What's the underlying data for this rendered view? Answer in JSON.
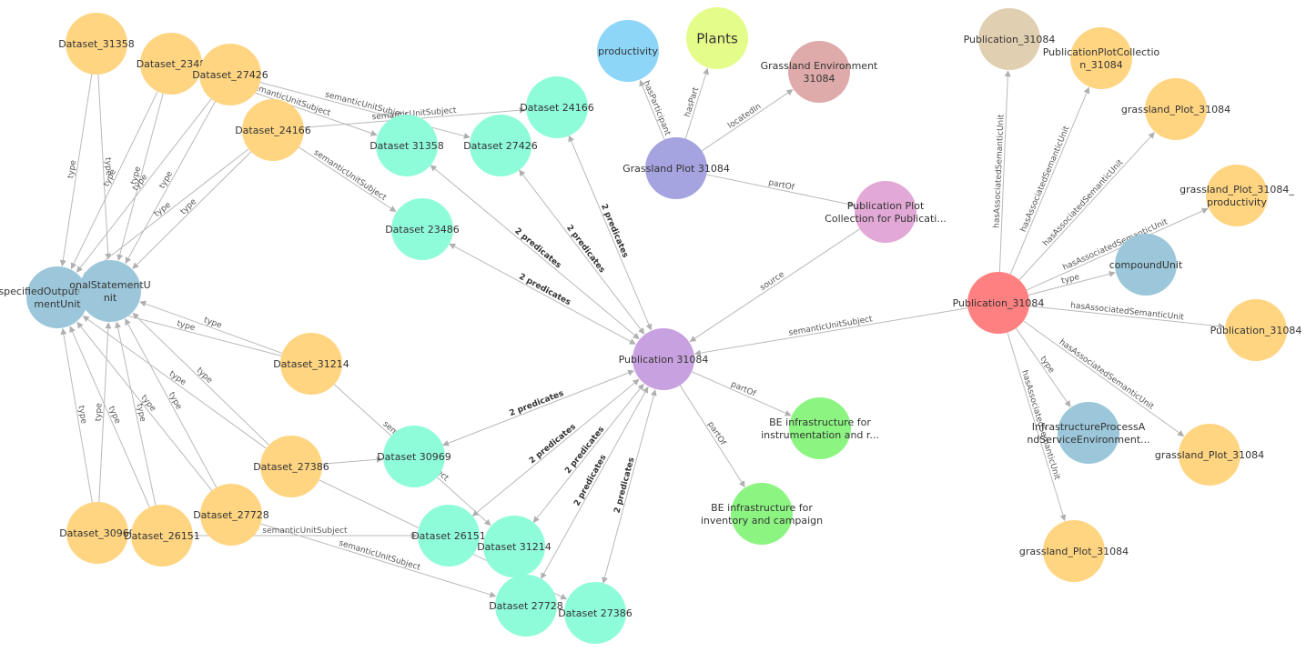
{
  "colors": {
    "dataset_orange": "#ffd582",
    "dataset_teal": "#8ffcd9",
    "class_blue": "#9cc7da",
    "publication_red": "#ff8080",
    "publication_purple": "#c8a2e0",
    "grassland_plot": "#a5a3e0",
    "env_rose": "#deaaaa",
    "collection_pink": "#e2a8d6",
    "light_blue": "#8dd6f8",
    "lime": "#e4fd8a",
    "green": "#8cf582",
    "beige": "#e0cfb0",
    "edge": "#b9b9b9"
  },
  "nodes": [
    {
      "id": "ds31358o",
      "label": [
        "Dataset_31358"
      ],
      "color": "dataset_orange"
    },
    {
      "id": "ds2348o",
      "label": [
        "Dataset_2348"
      ],
      "color": "dataset_orange"
    },
    {
      "id": "ds27426o",
      "label": [
        "Dataset_27426"
      ],
      "color": "dataset_orange"
    },
    {
      "id": "ds24166o",
      "label": [
        "Dataset_24166"
      ],
      "color": "dataset_orange"
    },
    {
      "id": "sosu",
      "label": [
        "specifiedOutputOfState",
        "mentUnit"
      ],
      "color": "class_blue"
    },
    {
      "id": "nsu",
      "label": [
        "onalStatementU",
        "nit"
      ],
      "color": "class_blue"
    },
    {
      "id": "ds31214o",
      "label": [
        "Dataset_31214"
      ],
      "color": "dataset_orange"
    },
    {
      "id": "ds27386o",
      "label": [
        "Dataset_27386"
      ],
      "color": "dataset_orange"
    },
    {
      "id": "ds27728o",
      "label": [
        "Dataset_27728"
      ],
      "color": "dataset_orange"
    },
    {
      "id": "ds30969o",
      "label": [
        "Dataset_30969"
      ],
      "color": "dataset_orange"
    },
    {
      "id": "ds26151o",
      "label": [
        "Dataset_26151"
      ],
      "color": "dataset_orange"
    },
    {
      "id": "ds31358t",
      "label": [
        "Dataset 31358"
      ],
      "color": "dataset_teal"
    },
    {
      "id": "ds27426t",
      "label": [
        "Dataset 27426"
      ],
      "color": "dataset_teal"
    },
    {
      "id": "ds24166t",
      "label": [
        "Dataset 24166"
      ],
      "color": "dataset_teal"
    },
    {
      "id": "ds23486t",
      "label": [
        "Dataset 23486"
      ],
      "color": "dataset_teal"
    },
    {
      "id": "ds30969t",
      "label": [
        "Dataset 30969"
      ],
      "color": "dataset_teal"
    },
    {
      "id": "ds26151t",
      "label": [
        "Dataset 26151"
      ],
      "color": "dataset_teal"
    },
    {
      "id": "ds31214t",
      "label": [
        "Dataset 31214"
      ],
      "color": "dataset_teal"
    },
    {
      "id": "ds27728t",
      "label": [
        "Dataset 27728"
      ],
      "color": "dataset_teal"
    },
    {
      "id": "ds27386t",
      "label": [
        "Dataset 27386"
      ],
      "color": "dataset_teal"
    },
    {
      "id": "pub",
      "label": [
        "Publication 31084"
      ],
      "color": "publication_purple"
    },
    {
      "id": "productivity",
      "label": [
        "productivity"
      ],
      "color": "light_blue"
    },
    {
      "id": "plants",
      "label": [
        "Plants"
      ],
      "color": "lime",
      "big": true
    },
    {
      "id": "genv",
      "label": [
        "Grassland Environment",
        "31084"
      ],
      "color": "env_rose"
    },
    {
      "id": "gplot",
      "label": [
        "Grassland Plot 31084"
      ],
      "color": "grassland_plot"
    },
    {
      "id": "ppc",
      "label": [
        "Publication Plot",
        "Collection for Publicati..."
      ],
      "color": "collection_pink"
    },
    {
      "id": "beinst",
      "label": [
        "BE infrastructure for",
        "instrumentation and r..."
      ],
      "color": "green"
    },
    {
      "id": "beinv",
      "label": [
        "BE infrastructure for",
        "inventory and campaign"
      ],
      "color": "green"
    },
    {
      "id": "pubred",
      "label": [
        "Publication_31084"
      ],
      "color": "publication_red"
    },
    {
      "id": "pubbeige",
      "label": [
        "Publication_31084"
      ],
      "color": "beige"
    },
    {
      "id": "ppc_o",
      "label": [
        "PublicationPlotCollectio",
        "n_31084"
      ],
      "color": "dataset_orange"
    },
    {
      "id": "gp1",
      "label": [
        "grassland_Plot_31084"
      ],
      "color": "dataset_orange"
    },
    {
      "id": "gpprod",
      "label": [
        "grassland_Plot_31084_",
        "productivity"
      ],
      "color": "dataset_orange"
    },
    {
      "id": "compound",
      "label": [
        "compoundUnit"
      ],
      "color": "class_blue"
    },
    {
      "id": "pub_o",
      "label": [
        "Publication_31084"
      ],
      "color": "dataset_orange"
    },
    {
      "id": "gp2",
      "label": [
        "grassland_Plot_31084"
      ],
      "color": "dataset_orange"
    },
    {
      "id": "infra",
      "label": [
        "InfrastructureProcessA",
        "ndServiceEnvironment..."
      ],
      "color": "class_blue"
    },
    {
      "id": "gp3",
      "label": [
        "grassland_Plot_31084"
      ],
      "color": "dataset_orange"
    }
  ],
  "edges": [
    {
      "from": "ds31358o",
      "to": "sosu",
      "label": "type"
    },
    {
      "from": "ds31358o",
      "to": "nsu",
      "label": "type"
    },
    {
      "from": "ds2348o",
      "to": "sosu",
      "label": "type"
    },
    {
      "from": "ds2348o",
      "to": "nsu",
      "label": "type"
    },
    {
      "from": "ds27426o",
      "to": "sosu",
      "label": "type"
    },
    {
      "from": "ds27426o",
      "to": "nsu",
      "label": "type"
    },
    {
      "from": "ds24166o",
      "to": "sosu",
      "label": "type"
    },
    {
      "from": "ds24166o",
      "to": "nsu",
      "label": "type"
    },
    {
      "from": "ds27426o",
      "to": "ds27426t",
      "label": "semanticUnitSubject"
    },
    {
      "from": "ds2348o",
      "to": "ds31358t",
      "label": "semanticUnitSubject"
    },
    {
      "from": "ds24166o",
      "to": "ds24166t",
      "label": "semanticUnitSubject"
    },
    {
      "from": "ds24166o",
      "to": "ds23486t",
      "label": "semanticUnitSubject"
    },
    {
      "from": "ds31214o",
      "to": "sosu",
      "label": "type"
    },
    {
      "from": "ds31214o",
      "to": "nsu",
      "label": "type"
    },
    {
      "from": "ds31214o",
      "to": "ds31214t",
      "label": "semanticUnitSubject"
    },
    {
      "from": "ds27386o",
      "to": "sosu",
      "label": "type"
    },
    {
      "from": "ds27386o",
      "to": "nsu",
      "label": "type"
    },
    {
      "from": "ds27386o",
      "to": "ds30969t",
      "label": ""
    },
    {
      "from": "ds27386o",
      "to": "ds27386t",
      "label": ""
    },
    {
      "from": "ds27728o",
      "to": "sosu",
      "label": "type"
    },
    {
      "from": "ds27728o",
      "to": "nsu",
      "label": "type"
    },
    {
      "from": "ds27728o",
      "to": "ds27728t",
      "label": "semanticUnitSubject"
    },
    {
      "from": "ds30969o",
      "to": "sosu",
      "label": "type"
    },
    {
      "from": "ds30969o",
      "to": "nsu",
      "label": "type"
    },
    {
      "from": "ds26151o",
      "to": "sosu",
      "label": "type"
    },
    {
      "from": "ds26151o",
      "to": "nsu",
      "label": "type"
    },
    {
      "from": "ds26151o",
      "to": "ds26151t",
      "label": "semanticUnitSubject"
    },
    {
      "from": "ds31358t",
      "to": "pub",
      "label": "2 predicates",
      "bold": true
    },
    {
      "from": "ds27426t",
      "to": "pub",
      "label": "2 predicates",
      "bold": true
    },
    {
      "from": "ds24166t",
      "to": "pub",
      "label": "2 predicates",
      "bold": true
    },
    {
      "from": "ds23486t",
      "to": "pub",
      "label": "2 predicates",
      "bold": true
    },
    {
      "from": "ds30969t",
      "to": "pub",
      "label": "2 predicates",
      "bold": true
    },
    {
      "from": "ds26151t",
      "to": "pub",
      "label": "2 predicates",
      "bold": true
    },
    {
      "from": "ds31214t",
      "to": "pub",
      "label": "2 predicates",
      "bold": true
    },
    {
      "from": "ds27728t",
      "to": "pub",
      "label": "2 predicates",
      "bold": true
    },
    {
      "from": "ds27386t",
      "to": "pub",
      "label": "2 predicates",
      "bold": true
    },
    {
      "from": "gplot",
      "to": "productivity",
      "label": "hasParticipant"
    },
    {
      "from": "gplot",
      "to": "plants",
      "label": "hasPart"
    },
    {
      "from": "gplot",
      "to": "genv",
      "label": "locatedIn"
    },
    {
      "from": "gplot",
      "to": "ppc",
      "label": "partOf"
    },
    {
      "from": "ppc",
      "to": "pub",
      "label": "source"
    },
    {
      "from": "pub",
      "to": "beinst",
      "label": "partOf"
    },
    {
      "from": "pub",
      "to": "beinv",
      "label": "partOf"
    },
    {
      "from": "pubred",
      "to": "pub",
      "label": "semanticUnitSubject"
    },
    {
      "from": "pubred",
      "to": "pubbeige",
      "label": "hasAssociatedSemanticUnit"
    },
    {
      "from": "pubred",
      "to": "ppc_o",
      "label": "hasAssociatedSemanticUnit"
    },
    {
      "from": "pubred",
      "to": "gp1",
      "label": "hasAssociatedSemanticUnit"
    },
    {
      "from": "pubred",
      "to": "gpprod",
      "label": "hasAssociatedSemanticUnit"
    },
    {
      "from": "pubred",
      "to": "compound",
      "label": "type"
    },
    {
      "from": "pubred",
      "to": "pub_o",
      "label": "hasAssociatedSemanticUnit"
    },
    {
      "from": "pubred",
      "to": "gp2",
      "label": "hasAssociatedSemanticUnit"
    },
    {
      "from": "pubred",
      "to": "infra",
      "label": "type"
    },
    {
      "from": "pubred",
      "to": "gp3",
      "label": "hasAssociatedSemanticUnit"
    }
  ]
}
